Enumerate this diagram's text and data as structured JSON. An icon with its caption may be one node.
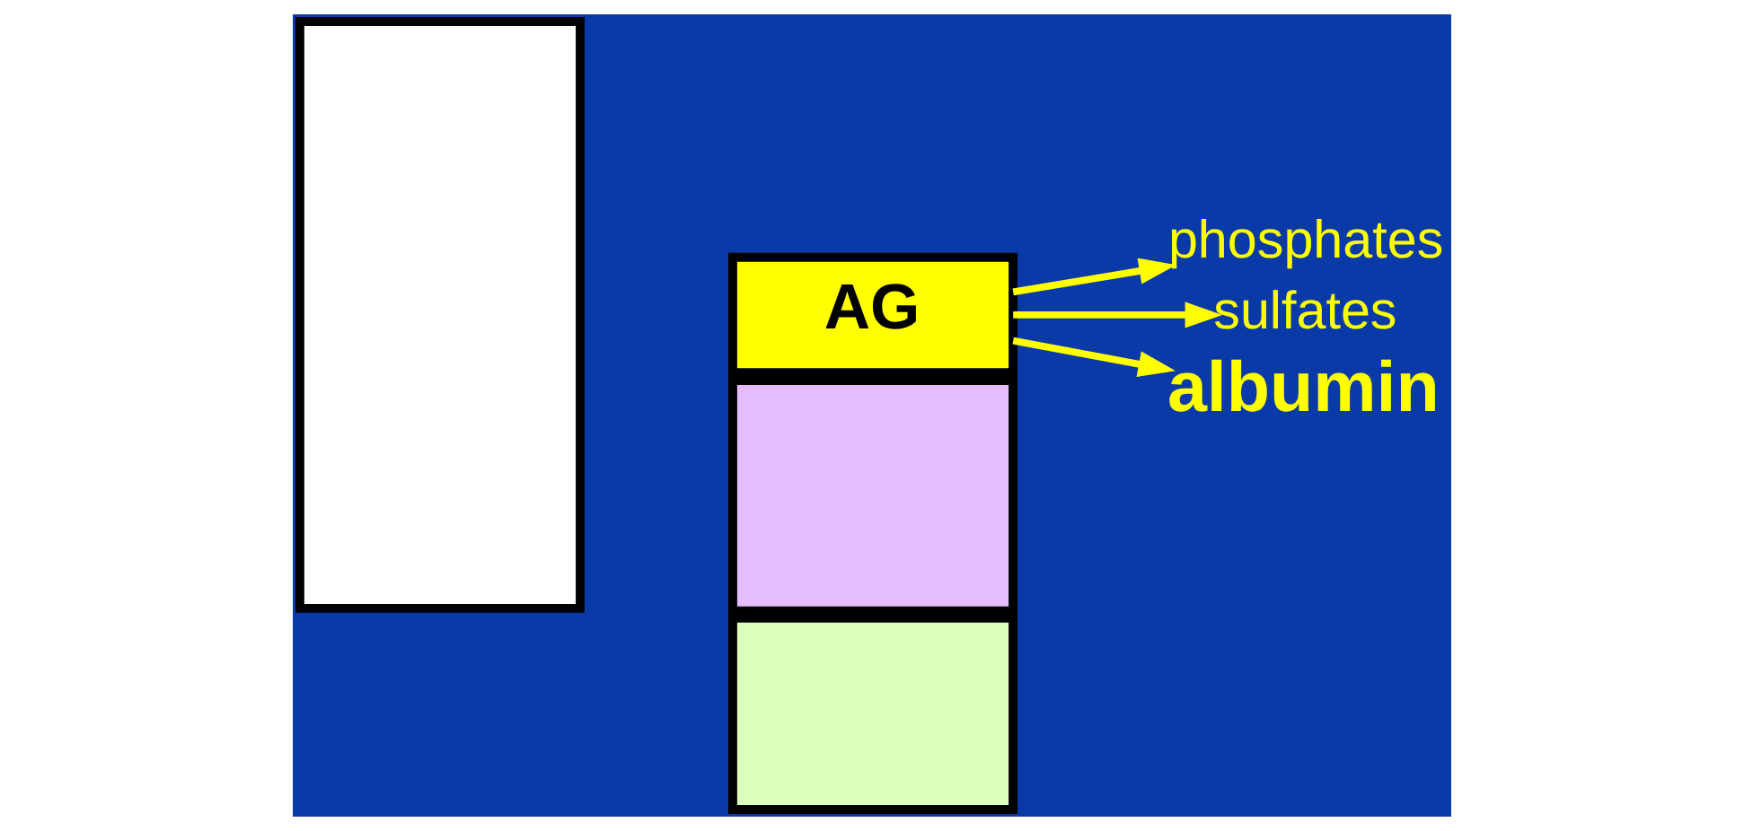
{
  "diagram": {
    "nodes": [
      {
        "text": [],
        "shape": "box"
      },
      {
        "text": [
          "AG"
        ]
      },
      {
        "text": [],
        "shape": "box"
      },
      {
        "text": [],
        "shape": "box"
      },
      {
        "text": [
          "phosphates"
        ]
      },
      {
        "text": [
          "sulfates"
        ]
      },
      {
        "text": [
          "albumin"
        ]
      }
    ],
    "edges": [
      {
        "from": 1,
        "to": 4,
        "arrow": "to"
      },
      {
        "from": 1,
        "to": 5,
        "arrow": "to"
      },
      {
        "from": 1,
        "to": 6,
        "arrow": "to"
      }
    ]
  }
}
